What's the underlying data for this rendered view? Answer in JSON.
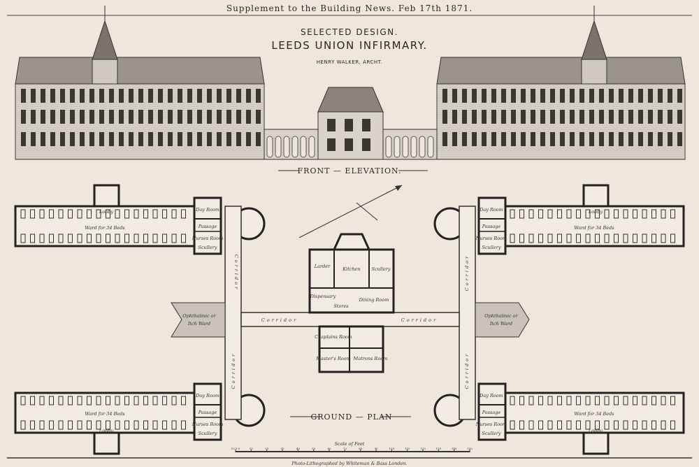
{
  "header": {
    "supplement": "Supplement to the Building News. Feb 17th 1871."
  },
  "title": {
    "selected": "SELECTED DESIGN.",
    "name": "LEEDS UNION INFIRMARY.",
    "architect": "HENRY WALKER, ARCHT."
  },
  "elevation_label": "FRONT — ELEVATION.",
  "plan_label": "GROUND — PLAN",
  "rooms": {
    "ward": "Ward for 34 Beds",
    "day_room": "Day Room",
    "passage": "Passage",
    "nurses_room": "Nurses Room",
    "scullery": "Scullery",
    "lobby": "Lobby",
    "corridor": "Corridor",
    "ophthalmic": "Ophthalmic or",
    "itch_ward": "Itch Ward",
    "larder": "Larder",
    "kitchen": "Kitchen",
    "kitchen_scullery": "Scullery",
    "dispensary": "Dispensary",
    "stores": "Stores",
    "dining_room": "Dining Room",
    "chaplains_room": "Chaplains Room",
    "masters_room": "Master's Room",
    "matrons_room": "Matrons Room"
  },
  "scale": {
    "label": "Scale of Feet",
    "ticks": [
      "10 5 0",
      "10",
      "20",
      "30",
      "40",
      "50",
      "60",
      "70",
      "80",
      "90",
      "100",
      "110",
      "120",
      "130",
      "140",
      "150"
    ]
  },
  "credit": "Photo-Lithographed by Whiteman & Bass London."
}
